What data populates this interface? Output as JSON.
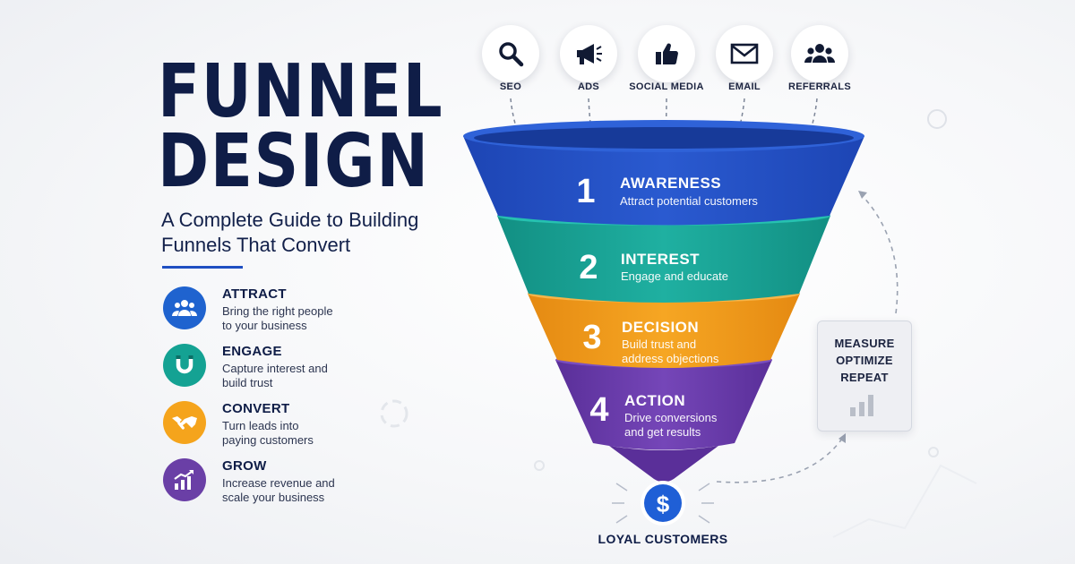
{
  "title": {
    "line1": "FUNNEL",
    "line2": "DESIGN"
  },
  "subtitle": {
    "line1": "A Complete Guide to Building",
    "line2": "Funnels That Convert"
  },
  "stages": [
    {
      "heading": "ATTRACT",
      "desc_line1": "Bring the right people",
      "desc_line2": "to your business",
      "icon": "people-icon",
      "color": "#1f63cf"
    },
    {
      "heading": "ENGAGE",
      "desc_line1": "Capture interest and",
      "desc_line2": "build trust",
      "icon": "magnet-icon",
      "color": "#14a293"
    },
    {
      "heading": "CONVERT",
      "desc_line1": "Turn leads into",
      "desc_line2": "paying customers",
      "icon": "handshake-icon",
      "color": "#f5a41c"
    },
    {
      "heading": "GROW",
      "desc_line1": "Increase revenue and",
      "desc_line2": "scale your business",
      "icon": "growth-chart-icon",
      "color": "#6a3fa6"
    }
  ],
  "channels": [
    {
      "label": "SEO",
      "icon": "search-icon"
    },
    {
      "label": "ADS",
      "icon": "megaphone-icon"
    },
    {
      "label": "SOCIAL MEDIA",
      "icon": "thumbs-up-icon"
    },
    {
      "label": "EMAIL",
      "icon": "envelope-icon"
    },
    {
      "label": "REFERRALS",
      "icon": "group-icon"
    }
  ],
  "funnel_levels": [
    {
      "number": "1",
      "title": "AWARENESS",
      "desc_line1": "Attract potential customers",
      "desc_line2": "",
      "color": "#2553c7"
    },
    {
      "number": "2",
      "title": "INTEREST",
      "desc_line1": "Engage and educate",
      "desc_line2": "",
      "color": "#1aa89a"
    },
    {
      "number": "3",
      "title": "DECISION",
      "desc_line1": "Build trust and",
      "desc_line2": "address objections",
      "color": "#f39c1b"
    },
    {
      "number": "4",
      "title": "ACTION",
      "desc_line1": "Drive conversions",
      "desc_line2": "and get results",
      "color": "#6e3fb0"
    }
  ],
  "outcome": {
    "label": "LOYAL CUSTOMERS",
    "icon": "dollar-icon",
    "color": "#1f5fd6"
  },
  "loop": {
    "line1": "MEASURE",
    "line2": "OPTIMIZE",
    "line3": "REPEAT",
    "icon": "bar-chart-icon"
  },
  "colors": {
    "navy": "#0f1d47",
    "accent": "#1f4fc2"
  }
}
